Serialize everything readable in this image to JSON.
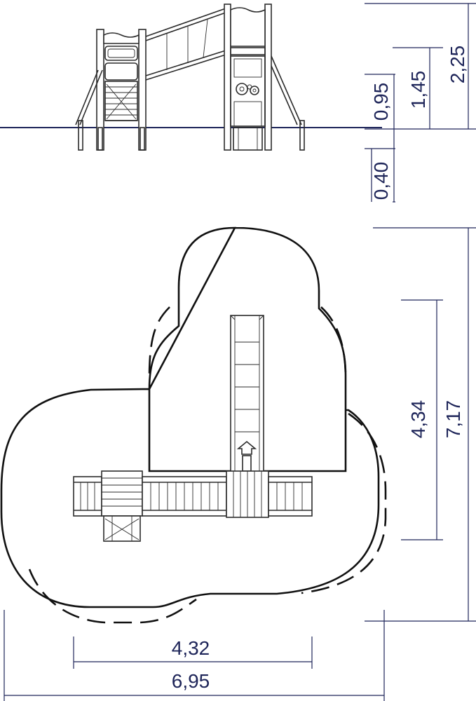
{
  "elevation": {
    "dimensions": [
      {
        "id": "height-total",
        "label": "2,25"
      },
      {
        "id": "height-platform",
        "label": "1,45"
      },
      {
        "id": "height-fall",
        "label": "0,95"
      },
      {
        "id": "depth-foundation",
        "label": "0,40"
      }
    ]
  },
  "plan": {
    "dimensions": [
      {
        "id": "equip-length",
        "label": "4,34"
      },
      {
        "id": "zone-length",
        "label": "7,17"
      },
      {
        "id": "equip-width",
        "label": "4,32"
      },
      {
        "id": "zone-width",
        "label": "6,95"
      }
    ]
  },
  "colors": {
    "dimension": "#1e2559",
    "drawing": "#2b2b2b",
    "ground": "#1e2559"
  }
}
